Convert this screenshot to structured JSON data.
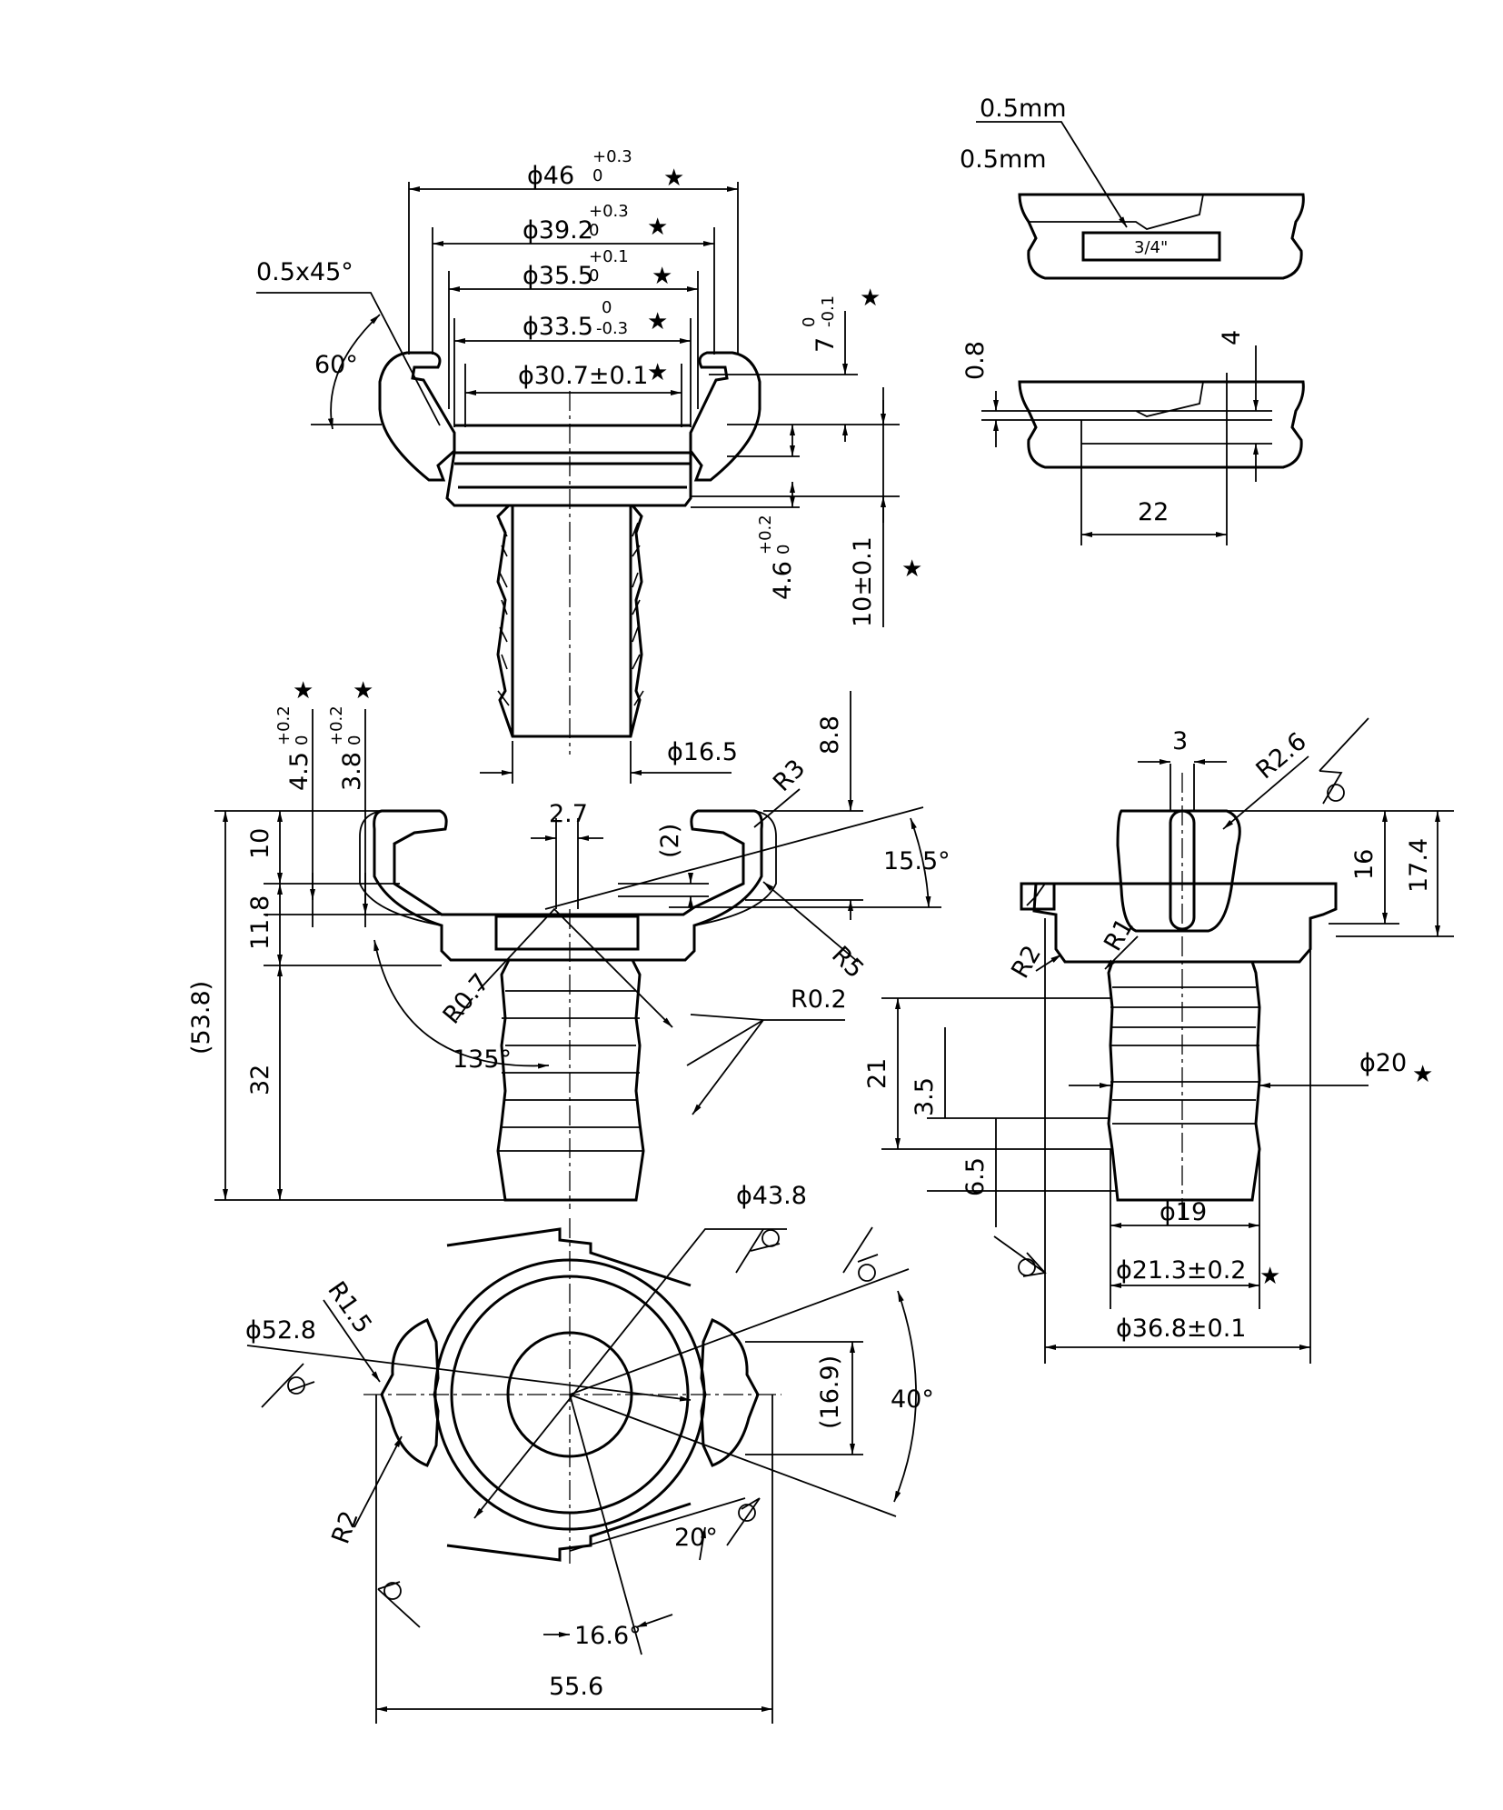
{
  "sectionView": {
    "diameters": [
      {
        "main": "ϕ46",
        "upper": "+0.3",
        "lower": "0"
      },
      {
        "main": "ϕ39.2",
        "upper": "+0.3",
        "lower": "0"
      },
      {
        "main": "ϕ35.5",
        "upper": "+0.1",
        "lower": "0"
      },
      {
        "main": "ϕ33.5",
        "upper": "0",
        "lower": "-0.3"
      },
      {
        "main": "ϕ30.7±0.1"
      }
    ],
    "chamfer": "0.5x45°",
    "angle60": "60°",
    "depth7": {
      "main": "7",
      "upper": "0",
      "lower": "-0.1"
    },
    "depth46": {
      "main": "4.6",
      "upper": "+0.2",
      "lower": "0"
    },
    "depth10": "10±0.1",
    "hose": "ϕ16.5",
    "starMark": "★"
  },
  "detailView": {
    "note1": "0.5mm",
    "note2": "0.5mm",
    "thread": "3/4\"",
    "d08": "0.8",
    "d4": "4",
    "d22": "22"
  },
  "frontView": {
    "d45": {
      "main": "4.5",
      "upper": "+0.2",
      "lower": "0"
    },
    "d38": {
      "main": "3.8",
      "upper": "+0.2",
      "lower": "0"
    },
    "d27": "2.7",
    "d2": "(2)",
    "r3": "R3",
    "d88": "8.8",
    "a155": "15.5°",
    "r5": "R5",
    "d10": "10",
    "d118": "11.8",
    "d538": "(53.8)",
    "d32": "32",
    "r07": "R0.7",
    "a135": "135°",
    "r02": "R0.2"
  },
  "sideView": {
    "d3": "3",
    "r26": "R2.6",
    "d16": "16",
    "d174": "17.4",
    "r2": "R2",
    "r1": "R1",
    "d21": "21",
    "d35": "3.5",
    "d65": "6.5",
    "phi20": "ϕ20",
    "phi19": "ϕ19",
    "phi213": "ϕ21.3±0.2",
    "phi368": "ϕ36.8±0.1"
  },
  "bottomView": {
    "phi438": "ϕ43.8",
    "r15": "R1.5",
    "phi528": "ϕ52.8",
    "d169": "(16.9)",
    "a40": "40°",
    "r2": "R2",
    "a20": "20°",
    "a166": "16.6°",
    "d556": "55.6"
  }
}
